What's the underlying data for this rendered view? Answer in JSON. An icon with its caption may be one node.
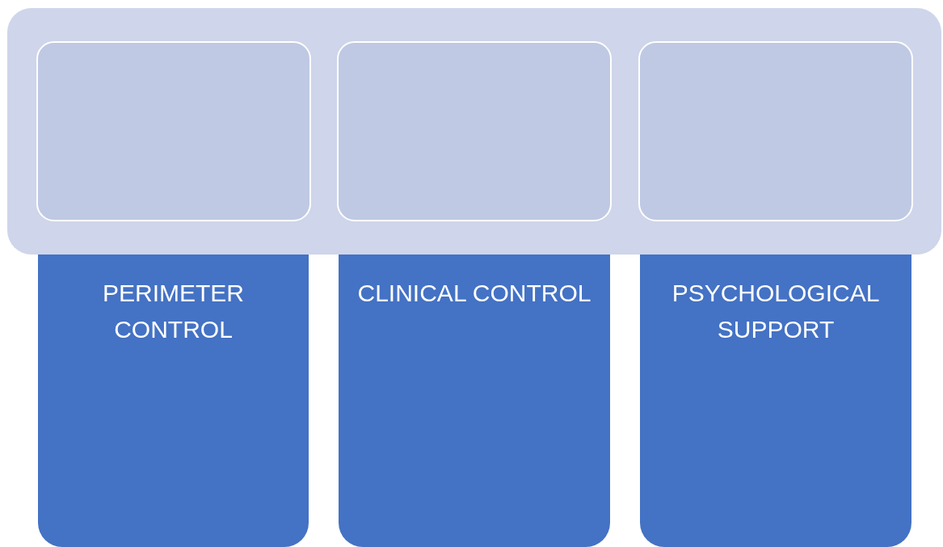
{
  "diagram": {
    "nodes": [
      {
        "text": [],
        "shape": "box"
      },
      {
        "text": [],
        "shape": "box",
        "in": 0
      },
      {
        "text": [],
        "shape": "box",
        "in": 0
      },
      {
        "text": [],
        "shape": "box",
        "in": 0
      },
      {
        "text": [
          "PERIMETER CONTROL"
        ]
      },
      {
        "text": [
          "CLINICAL CONTROL"
        ]
      },
      {
        "text": [
          "PSYCHOLOGICAL SUPPORT"
        ]
      }
    ]
  }
}
